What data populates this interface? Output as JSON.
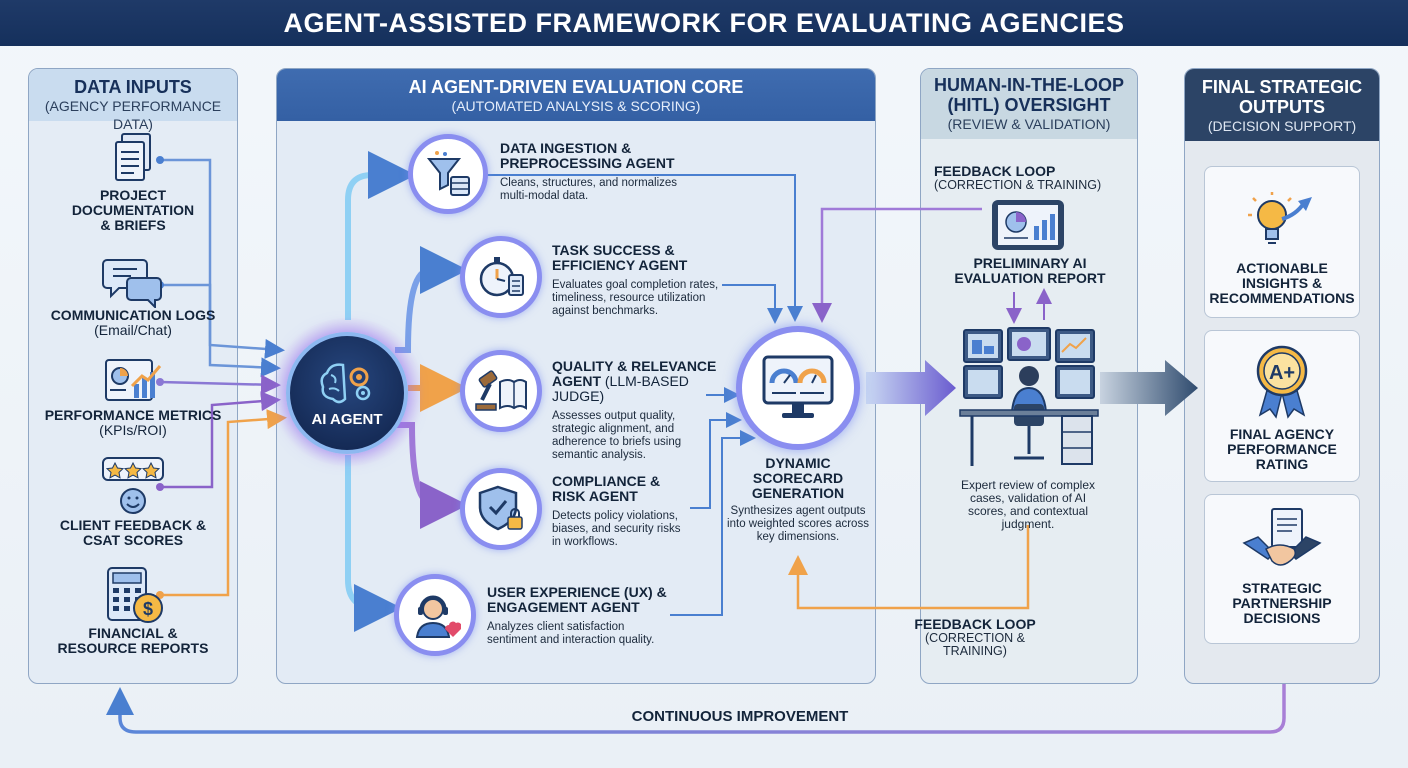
{
  "title": "AGENT-ASSISTED FRAMEWORK FOR EVALUATING AGENCIES",
  "inputs": {
    "header": "DATA INPUTS",
    "subheader": "(AGENCY PERFORMANCE DATA)",
    "items": [
      {
        "label": "PROJECT DOCUMENTATION & BRIEFS",
        "icon": "document-stack-icon"
      },
      {
        "label_bold": "COMMUNICATION LOGS",
        "label_normal": "(Email/Chat)",
        "icon": "chat-bubbles-icon"
      },
      {
        "label_bold": "PERFORMANCE METRICS",
        "label_normal": "(KPIs/ROI)",
        "icon": "chart-board-icon"
      },
      {
        "label": "CLIENT FEEDBACK & CSAT SCORES",
        "icon": "stars-smiley-icon"
      },
      {
        "label": "FINANCIAL & RESOURCE REPORTS",
        "icon": "calculator-coin-icon"
      }
    ]
  },
  "core": {
    "header": "AI AGENT-DRIVEN EVALUATION CORE",
    "subheader": "(AUTOMATED ANALYSIS & SCORING)",
    "ai_agent_label": "AI AGENT",
    "agents": [
      {
        "title": "DATA INGESTION & PREPROCESSING AGENT",
        "desc": "Cleans, structures, and normalizes multi-modal data.",
        "icon": "funnel-icon"
      },
      {
        "title": "TASK SUCCESS & EFFICIENCY AGENT",
        "desc": "Evaluates goal completion rates, timeliness, resource utilization against benchmarks.",
        "icon": "stopwatch-checklist-icon"
      },
      {
        "title": "QUALITY & RELEVANCE AGENT",
        "title_normal": "(LLM-BASED JUDGE)",
        "desc": "Assesses output quality, strategic alignment, and adherence to briefs using semantic analysis.",
        "icon": "gavel-book-icon"
      },
      {
        "title": "COMPLIANCE & RISK AGENT",
        "desc": "Detects policy violations, biases, and security risks in workflows.",
        "icon": "shield-lock-icon"
      },
      {
        "title": "USER EXPERIENCE (UX) & ENGAGEMENT AGENT",
        "desc": "Analyzes client satisfaction sentiment and interaction quality.",
        "icon": "headset-heart-icon"
      }
    ],
    "scorecard": {
      "title": "DYNAMIC SCORECARD GENERATION",
      "desc": "Synthesizes agent outputs into weighted scores across key dimensions.",
      "icon": "monitor-gauges-icon"
    }
  },
  "hitl": {
    "header": "HUMAN-IN-THE-LOOP (HITL) OVERSIGHT",
    "subheader": "(REVIEW & VALIDATION)",
    "feedback_top": {
      "title": "FEEDBACK LOOP",
      "sub": "(CORRECTION & TRAINING)"
    },
    "report": {
      "title": "PRELIMINARY AI EVALUATION REPORT",
      "icon": "tablet-report-icon"
    },
    "review_icon": "analyst-workstation-icon",
    "review_desc": "Expert review of complex cases, validation of AI scores, and contextual judgment.",
    "feedback_bottom": {
      "title": "FEEDBACK LOOP",
      "sub": "(CORRECTION & TRAINING)"
    }
  },
  "outputs": {
    "header": "FINAL STRATEGIC OUTPUTS",
    "subheader": "(DECISION SUPPORT)",
    "items": [
      {
        "label": "ACTIONABLE INSIGHTS & RECOMMENDATIONS",
        "icon": "lightbulb-arrow-icon"
      },
      {
        "label": "FINAL AGENCY PERFORMANCE RATING",
        "icon": "a-plus-ribbon-icon",
        "badge": "A+"
      },
      {
        "label": "STRATEGIC PARTNERSHIP DECISIONS",
        "icon": "handshake-document-icon"
      }
    ]
  },
  "continuous_label": "CONTINUOUS IMPROVEMENT",
  "colors": {
    "navy": "#1f3a68",
    "blue": "#4a7fd0",
    "purple": "#8a63c9",
    "orange": "#f0a24a",
    "panel_header": "#c9dcef"
  }
}
